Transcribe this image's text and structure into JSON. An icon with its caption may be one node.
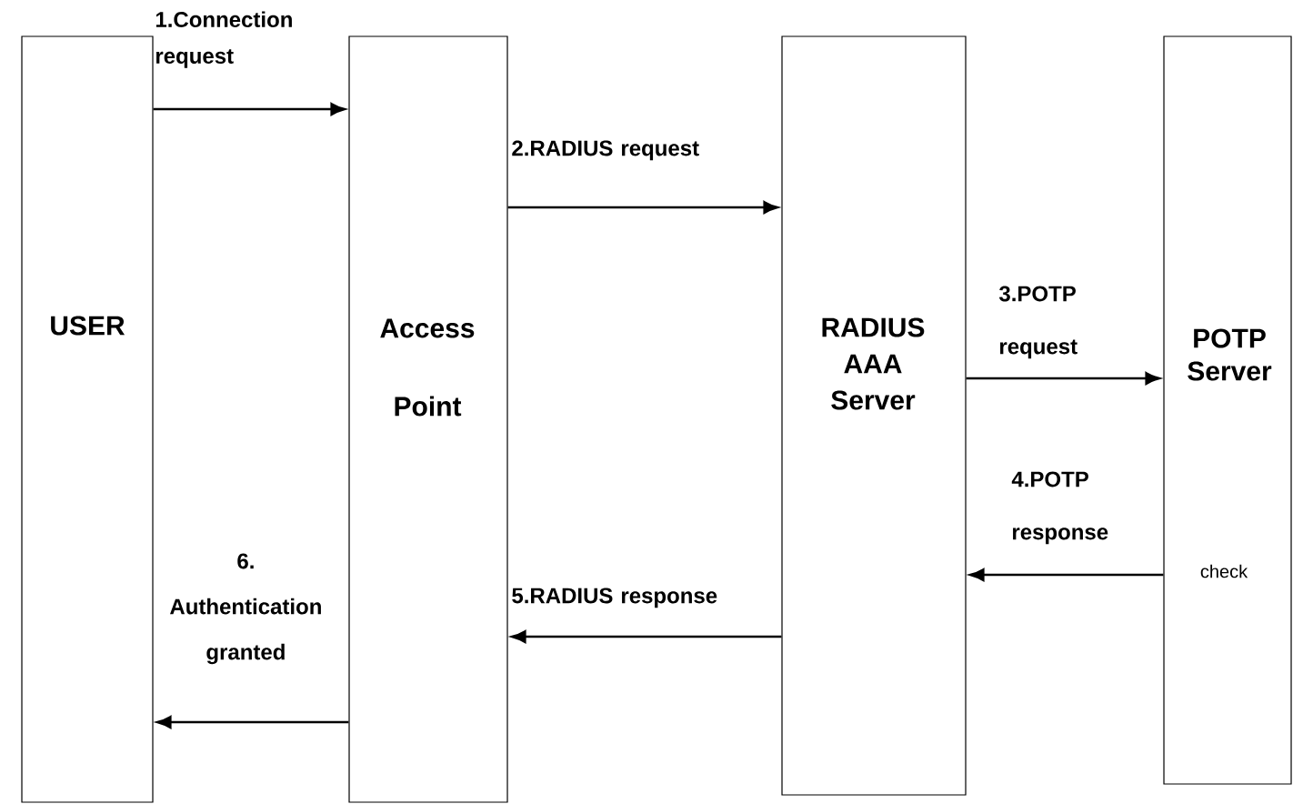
{
  "diagram": {
    "nodes": [
      {
        "text": [
          "USER"
        ]
      },
      {
        "text": [
          "Access Point"
        ]
      },
      {
        "text": [
          "RADIUS AAA Server"
        ]
      },
      {
        "text": [
          "POTP Server",
          "check"
        ]
      }
    ],
    "edges": [
      {
        "from": 0,
        "to": 1,
        "arrow": "to",
        "label": "1.Connection request"
      },
      {
        "from": 1,
        "to": 2,
        "arrow": "to",
        "label": "2.RADIUS request"
      },
      {
        "from": 2,
        "to": 3,
        "arrow": "to",
        "label": "3.POTP request"
      },
      {
        "from": 3,
        "to": 2,
        "arrow": "to",
        "label": "4.POTP response"
      },
      {
        "from": 2,
        "to": 1,
        "arrow": "to",
        "label": "5.RADIUS response"
      },
      {
        "from": 1,
        "to": 0,
        "arrow": "to",
        "label": "6. Authentication granted"
      }
    ]
  }
}
